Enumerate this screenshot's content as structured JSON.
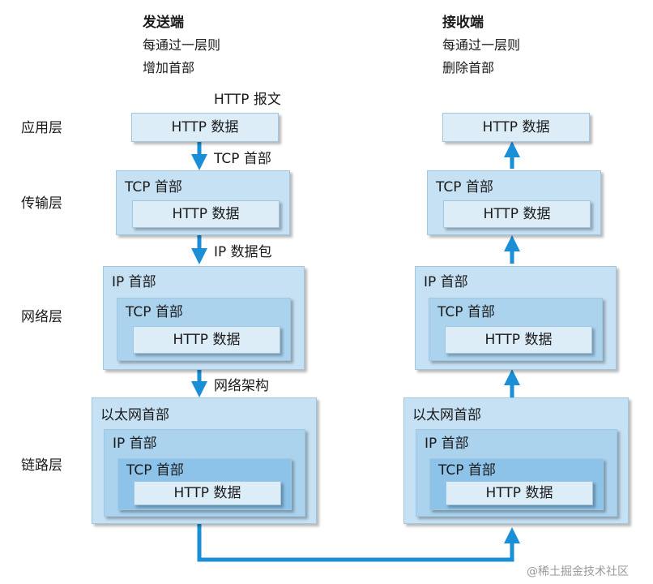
{
  "sender": {
    "title": "发送端",
    "line1": "每通过一层则",
    "line2": "增加首部"
  },
  "receiver": {
    "title": "接收端",
    "line1": "每通过一层则",
    "line2": "删除首部"
  },
  "layers": {
    "application": "应用层",
    "transport": "传输层",
    "network": "网络层",
    "link": "链路层"
  },
  "annotations": {
    "http_message": "HTTP 报文",
    "tcp_header": "TCP 首部",
    "ip_packet": "IP 数据包",
    "network_frame": "网络架构"
  },
  "headers": {
    "http_data": "HTTP 数据",
    "tcp_header": "TCP 首部",
    "ip_header": "IP 首部",
    "ethernet_header": "以太网首部"
  },
  "colors": {
    "arrow": "#1a8fd6"
  },
  "watermark": "@稀土掘金技术社区"
}
